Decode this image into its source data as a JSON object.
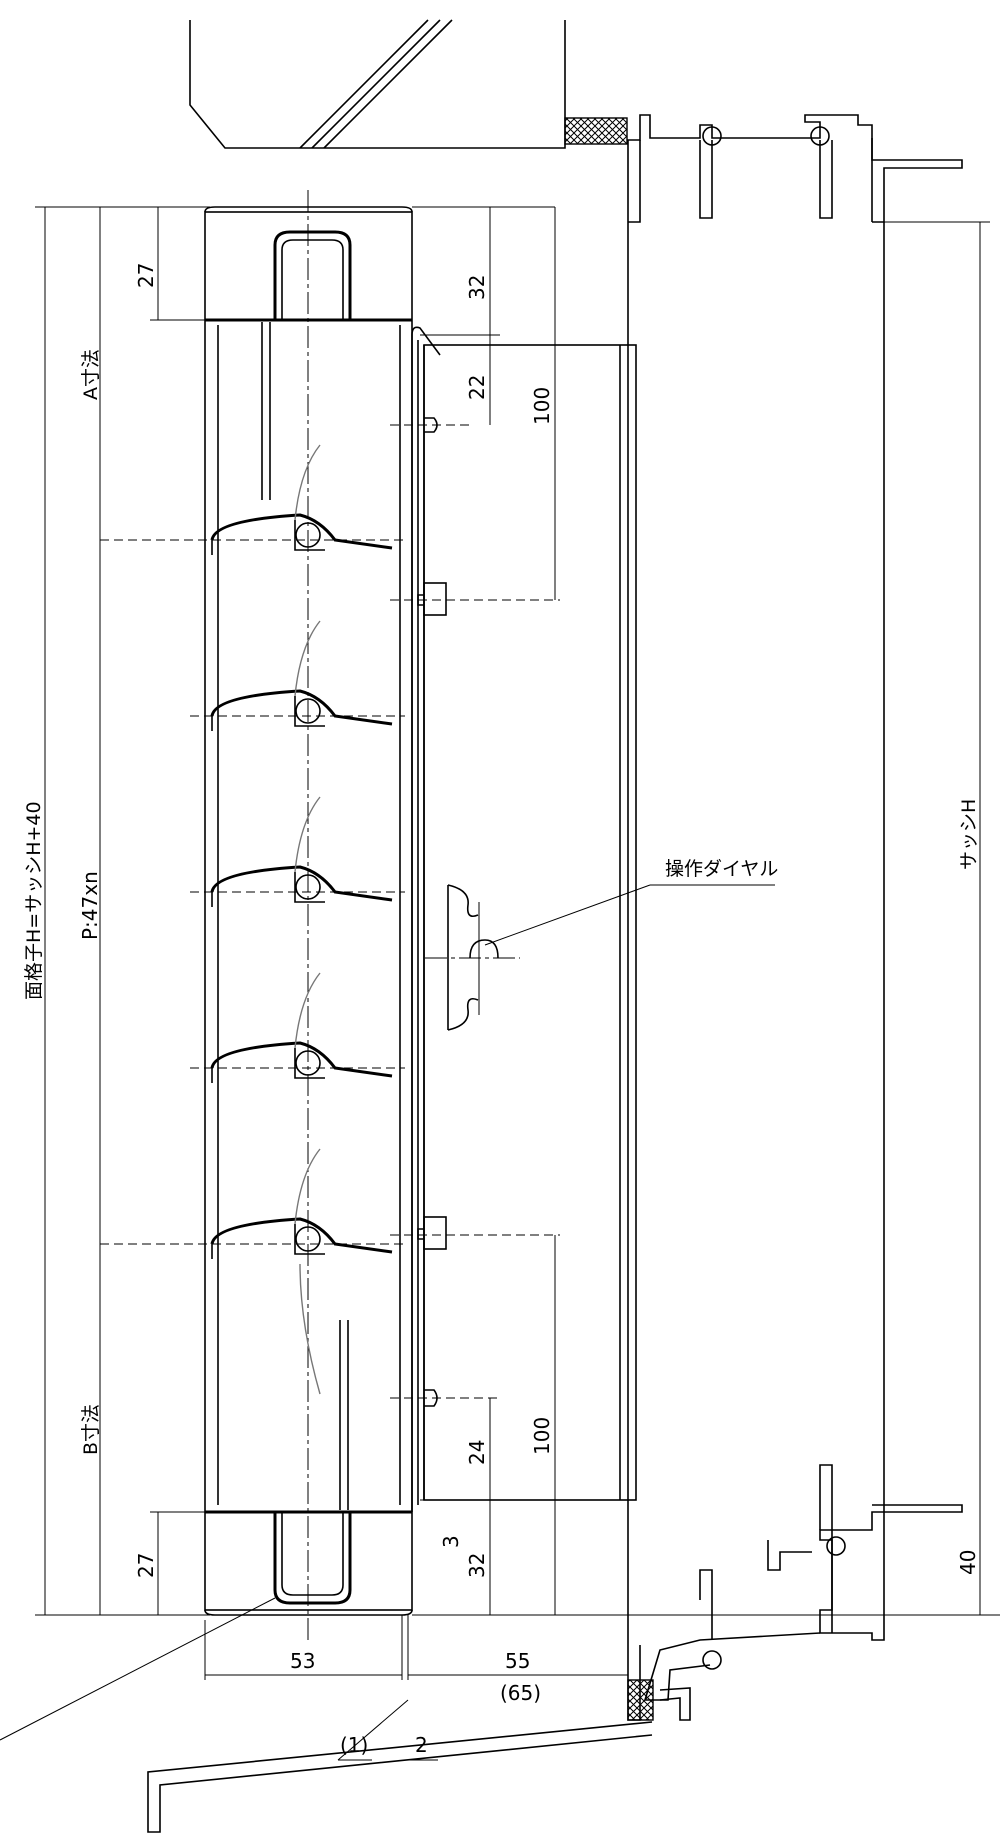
{
  "labels": {
    "overall_height": "面格子H=サッシH+40",
    "pitch": "P:47xn",
    "a_dim": "A寸法",
    "b_dim": "B寸法",
    "sash_height": "サッシH",
    "dial": "操作ダイヤル"
  },
  "dims": {
    "top_27": "27",
    "top_32": "32",
    "top_22": "22",
    "top_100": "100",
    "bot_100": "100",
    "bot_24": "24",
    "bot_3": "3",
    "bot_32": "32",
    "bot_27": "27",
    "bot_40": "40",
    "width_53": "53",
    "width_55": "55",
    "width_65": "(65)",
    "width_1": "(1)",
    "width_2": "2"
  }
}
